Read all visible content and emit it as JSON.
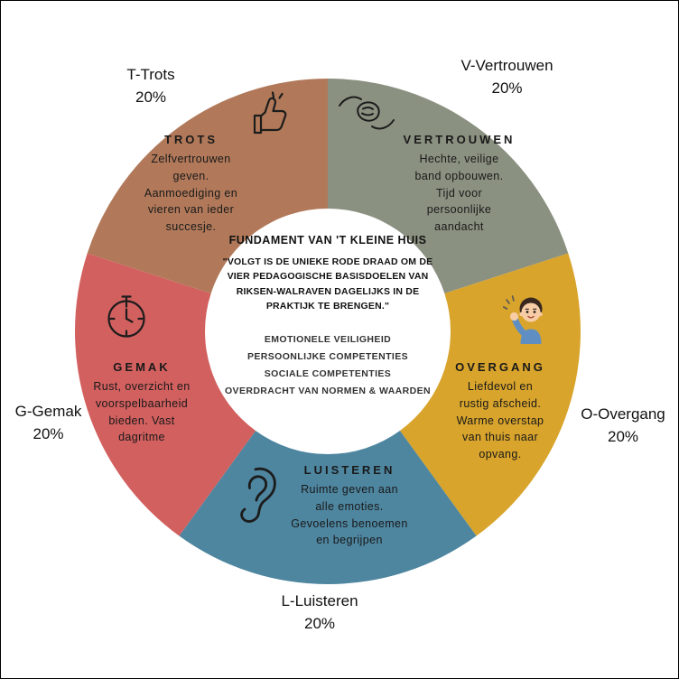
{
  "chart_data": {
    "type": "pie",
    "donut": true,
    "title": "FUNDAMENT VAN 'T KLEINE HUIS",
    "units": "%",
    "segments": [
      {
        "id": "vertrouwen",
        "outer_label": "V-Vertrouwen",
        "pct": "20%",
        "value": 20,
        "color": "#8b9181",
        "title": "VERTROUWEN",
        "lines": [
          "Hechte, veilige",
          "band opbouwen.",
          "Tijd voor",
          "persoonlijke",
          "aandacht"
        ],
        "icon": "holding-hands-icon"
      },
      {
        "id": "overgang",
        "outer_label": "O-Overgang",
        "pct": "20%",
        "value": 20,
        "color": "#d8a42c",
        "title": "OVERGANG",
        "lines": [
          "Liefdevol en",
          "rustig afscheid.",
          "Warme overstap",
          "van thuis naar",
          "opvang."
        ],
        "icon": "waving-boy-icon"
      },
      {
        "id": "luisteren",
        "outer_label": "L-Luisteren",
        "pct": "20%",
        "value": 20,
        "color": "#4e86a0",
        "title": "LUISTEREN",
        "lines": [
          "Ruimte geven aan",
          "alle emoties.",
          "Gevoelens benoemen",
          "en begrijpen"
        ],
        "icon": "ear-icon"
      },
      {
        "id": "gemak",
        "outer_label": "G-Gemak",
        "pct": "20%",
        "value": 20,
        "color": "#d2605f",
        "title": "GEMAK",
        "lines": [
          "Rust, overzicht en",
          "voorspelbaarheid",
          "bieden. Vast",
          "dagritme"
        ],
        "icon": "clock-icon"
      },
      {
        "id": "trots",
        "outer_label": "T-Trots",
        "pct": "20%",
        "value": 20,
        "color": "#b1795a",
        "title": "TROTS",
        "lines": [
          "Zelfvertrouwen",
          "geven.",
          "Aanmoediging en",
          "vieren van ieder",
          "succesje."
        ],
        "icon": "thumbs-up-icon"
      }
    ],
    "center": {
      "title": "FUNDAMENT VAN 'T KLEINE HUIS",
      "quote": "\"VOLGT IS DE UNIEKE RODE DRAAD OM DE VIER PEDAGOGISCHE BASISDOELEN VAN RIKSEN-WALRAVEN DAGELIJKS IN DE PRAKTIJK TE BRENGEN.\"",
      "goals": [
        "EMOTIONELE VEILIGHEID",
        "PERSOONLIJKE COMPETENTIES",
        "SOCIALE COMPETENTIES",
        "OVERDRACHT VAN NORMEN & WAARDEN"
      ]
    }
  }
}
